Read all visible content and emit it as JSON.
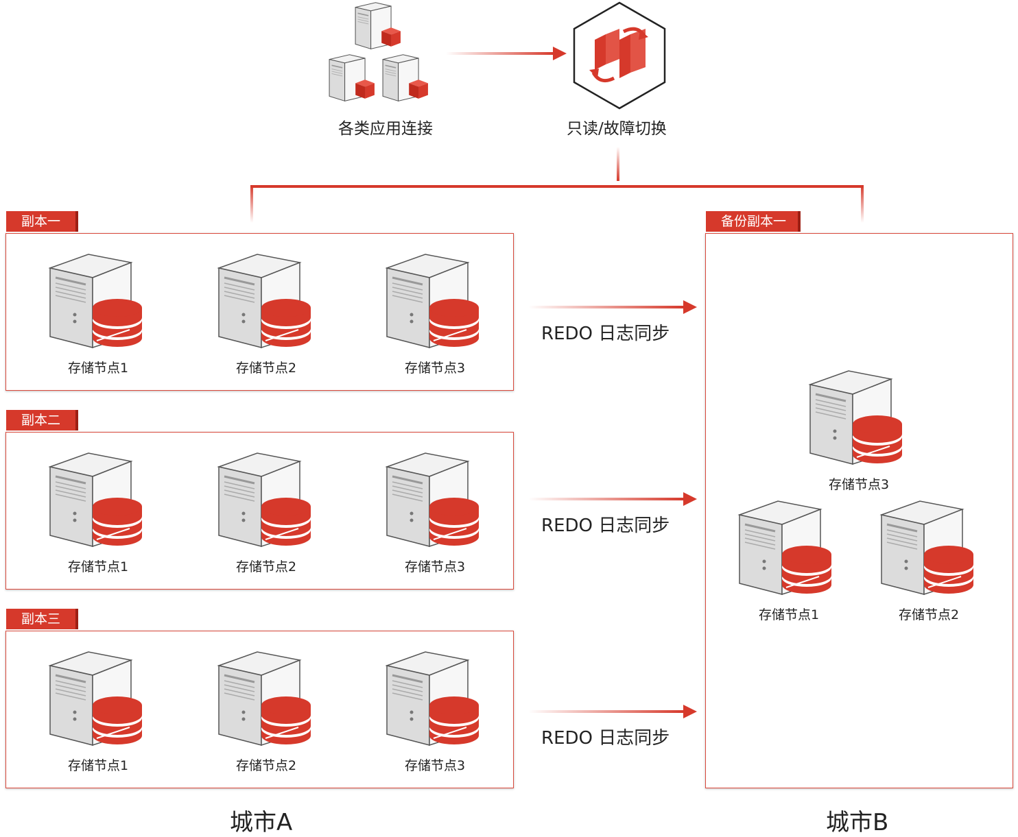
{
  "top": {
    "app_label": "各类应用连接",
    "switch_label": "只读/故障切换"
  },
  "colors": {
    "accent": "#d6392b",
    "accent_dark": "#9d1f14",
    "server": "#dcdcdc"
  },
  "replicas": [
    {
      "tag": "副本一",
      "nodes": [
        "存储节点1",
        "存储节点2",
        "存储节点3"
      ],
      "sync_label": "REDO 日志同步"
    },
    {
      "tag": "副本二",
      "nodes": [
        "存储节点1",
        "存储节点2",
        "存储节点3"
      ],
      "sync_label": "REDO 日志同步"
    },
    {
      "tag": "副本三",
      "nodes": [
        "存储节点1",
        "存储节点2",
        "存储节点3"
      ],
      "sync_label": "REDO 日志同步"
    }
  ],
  "backup": {
    "tag": "备份副本一",
    "nodes": [
      "存储节点3",
      "存储节点1",
      "存储节点2"
    ]
  },
  "cities": {
    "left": "城市A",
    "right": "城市B"
  },
  "icons": {
    "server": "server-database-icon",
    "switch": "failover-switch-icon",
    "app": "app-server-icon"
  }
}
